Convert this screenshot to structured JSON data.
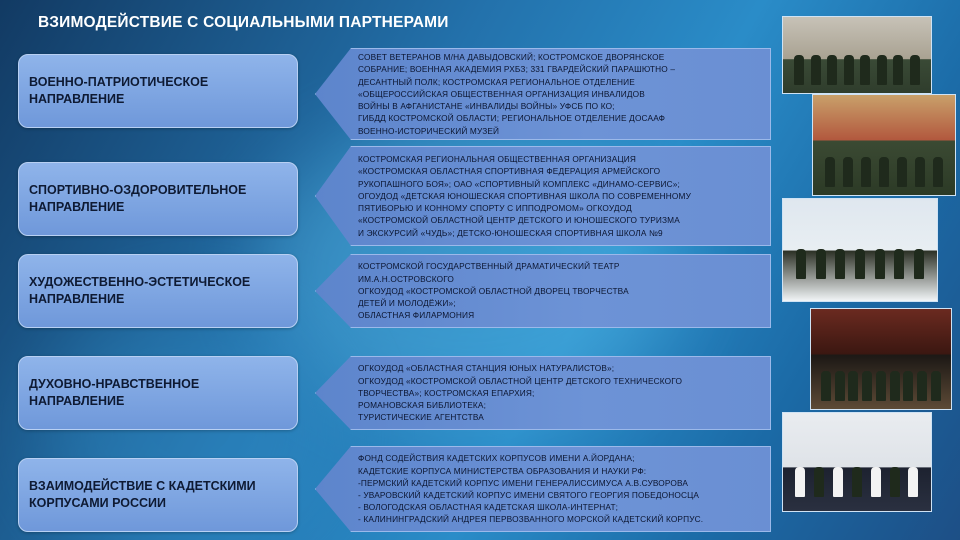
{
  "title": "ВЗИМОДЕЙСТВИЕ С СОЦИАЛЬНЫМИ ПАРТНЕРАМИ",
  "rows": [
    {
      "direction": "ВОЕННО-ПАТРИОТИЧЕСКОЕ\n НАПРАВЛЕНИЕ",
      "partners": "  СОВЕТ ВЕТЕРАНОВ М/НА ДАВЫДОВСКИЙ; КОСТРОМСКОЕ ДВОРЯНСКОЕ\n  СОБРАНИЕ; ВОЕННАЯ АКАДЕМИЯ РХБЗ; 331 ГВАРДЕЙСКИЙ ПАРАШЮТНО –\n  ДЕСАНТНЫЙ ПОЛК;  КОСТРОМСКАЯ   РЕГИОНАЛЬНОЕ  ОТДЕЛЕНИЕ\n  «ОБЩЕРОССИЙСКАЯ ОБЩЕСТВЕННАЯ  ОРГАНИЗАЦИЯ  ИНВАЛИДОВ\n  ВОЙНЫ  В  АФГАНИСТАНЕ   «ИНВАЛИДЫ ВОЙНЫ»   УФСБ ПО КО;\n  ГИБДД КОСТРОМСКОЙ ОБЛАСТИ; РЕГИОНАЛЬНОЕ ОТДЕЛЕНИЕ ДОСААФ\n  ВОЕННО-ИСТОРИЧЕСКИЙ МУЗЕЙ"
    },
    {
      "direction": "СПОРТИВНО-ОЗДОРОВИТЕЛЬНОЕ\nНАПРАВЛЕНИЕ",
      "partners": "  КОСТРОМСКАЯ РЕГИОНАЛЬНАЯ ОБЩЕСТВЕННАЯ ОРГАНИЗАЦИЯ\n  «КОСТРОМСКАЯ ОБЛАСТНАЯ  СПОРТИВНАЯ ФЕДЕРАЦИЯ  АРМЕЙСКОГО\n  РУКОПАШНОГО БОЯ»; ОАО «СПОРТИВНЫЙ КОМПЛЕКС «ДИНАМО-СЕРВИС»;\n  ОГОУДОД «ДЕТСКАЯ ЮНОШЕСКАЯ СПОРТИВНАЯ ШКОЛА ПО СОВРЕМЕННОМУ\n  ПЯТИБОРЬЮ И КОННОМУ СПОРТУ С ИППОДРОМОМ» ОГКОУДОД\n  «КОСТРОМСКОЙ ОБЛАСТНОЙ ЦЕНТР ДЕТСКОГО И ЮНОШЕСКОГО ТУРИЗМА\n  И ЭКСКУРСИЙ «ЧУДЬ»; ДЕТСКО-ЮНОШЕСКАЯ СПОРТИВНАЯ ШКОЛА №9"
    },
    {
      "direction": "ХУДОЖЕСТВЕННО-ЭСТЕТИЧЕСКОЕ\nНАПРАВЛЕНИЕ",
      "partners": "КОСТРОМСКОЙ ГОСУДАРСТВЕННЫЙ ДРАМАТИЧЕСКИЙ ТЕАТР\n ИМ.А.Н.ОСТРОВСКОГО\nОГКОУДОД «КОСТРОМСКОЙ ОБЛАСТНОЙ ДВОРЕЦ ТВОРЧЕСТВА\n ДЕТЕЙ  И  МОЛОДЁЖИ»;\nОБЛАСТНАЯ ФИЛАРМОНИЯ"
    },
    {
      "direction": "ДУХОВНО-НРАВСТВЕННОЕ\nНАПРАВЛЕНИЕ",
      "partners": "ОГКОУДОД «ОБЛАСТНАЯ СТАНЦИЯ ЮНЫХ НАТУРАЛИСТОВ»;\nОГКОУДОД «КОСТРОМСКОЙ ОБЛАСТНОЙ ЦЕНТР ДЕТСКОГО  ТЕХНИЧЕСКОГО\n ТВОРЧЕСТВА»; КОСТРОМСКАЯ ЕПАРХИЯ;\n РОМАНОВСКАЯ БИБЛИОТЕКА;\nТУРИСТИЧЕСКИЕ АГЕНТСТВА"
    },
    {
      "direction": "ВЗАИМОДЕЙСТВИЕ С КАДЕТСКИМИ\n КОРПУСАМИ РОССИИ",
      "partners": "ФОНД СОДЕЙСТВИЯ КАДЕТСКИХ КОРПУСОВ  ИМЕНИ А.ЙОРДАНА;\nКАДЕТСКИЕ КОРПУСА МИНИСТЕРСТВА ОБРАЗОВАНИЯ И НАУКИ РФ:\n-ПЕРМСКИЙ КАДЕТСКИЙ КОРПУС ИМЕНИ ГЕНЕРАЛИССИМУСА А.В.СУВОРОВА\n- УВАРОВСКИЙ КАДЕТСКИЙ КОРПУС ИМЕНИ СВЯТОГО ГЕОРГИЯ ПОБЕДОНОСЦА\n- ВОЛОГОДСКАЯ ОБЛАСТНАЯ КАДЕТСКАЯ ШКОЛА-ИНТЕРНАТ;\n- КАЛИНИНГРАДСКИЙ АНДРЕЯ ПЕРВОЗВАННОГО МОРСКОЙ КАДЕТСКИЙ КОРПУС."
    }
  ]
}
